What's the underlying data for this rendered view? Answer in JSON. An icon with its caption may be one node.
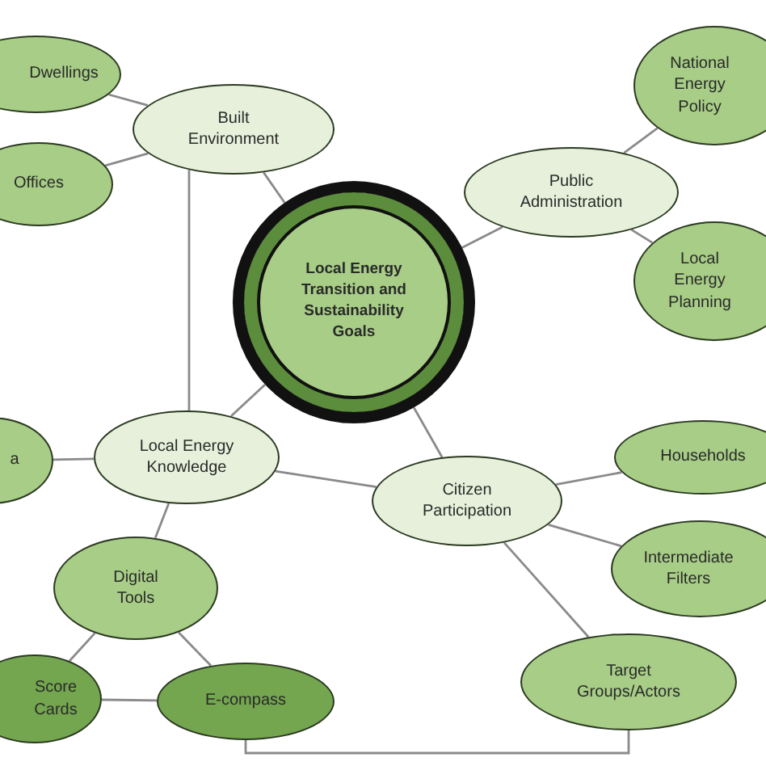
{
  "diagram": {
    "nodes": [
      {
        "text": [
          "Dwellings"
        ]
      },
      {
        "text": [
          "Built Environment"
        ]
      },
      {
        "text": [
          "Offices"
        ]
      },
      {
        "text": [
          "National Energy Policy"
        ]
      },
      {
        "text": [
          "Public Administration"
        ]
      },
      {
        "text": [
          "Local Energy Transition and Sustainability Goals"
        ]
      },
      {
        "text": [
          "Local Energy Planning"
        ]
      },
      {
        "text": [
          "a"
        ]
      },
      {
        "text": [
          "Local Energy Knowledge"
        ]
      },
      {
        "text": [
          "Citizen Participation"
        ]
      },
      {
        "text": [
          "Households"
        ]
      },
      {
        "text": [
          "Digital Tools"
        ]
      },
      {
        "text": [
          "Intermediate Filters"
        ]
      },
      {
        "text": [
          "Score Cards"
        ]
      },
      {
        "text": [
          "E-compass"
        ]
      },
      {
        "text": [
          "Target Groups/Actors"
        ]
      }
    ],
    "edges": [
      {
        "from": 0,
        "to": 1,
        "arrow": "none"
      },
      {
        "from": 2,
        "to": 1,
        "arrow": "none"
      },
      {
        "from": 1,
        "to": 5,
        "arrow": "none"
      },
      {
        "from": 1,
        "to": 8,
        "arrow": "none"
      },
      {
        "from": 5,
        "to": 4,
        "arrow": "none"
      },
      {
        "from": 4,
        "to": 3,
        "arrow": "none"
      },
      {
        "from": 4,
        "to": 6,
        "arrow": "none"
      },
      {
        "from": 5,
        "to": 8,
        "arrow": "none"
      },
      {
        "from": 5,
        "to": 9,
        "arrow": "none"
      },
      {
        "from": 7,
        "to": 8,
        "arrow": "none"
      },
      {
        "from": 8,
        "to": 9,
        "arrow": "none"
      },
      {
        "from": 8,
        "to": 11,
        "arrow": "none"
      },
      {
        "from": 9,
        "to": 10,
        "arrow": "none"
      },
      {
        "from": 9,
        "to": 12,
        "arrow": "none"
      },
      {
        "from": 9,
        "to": 15,
        "arrow": "none"
      },
      {
        "from": 11,
        "to": 13,
        "arrow": "none"
      },
      {
        "from": 11,
        "to": 14,
        "arrow": "none"
      },
      {
        "from": 13,
        "to": 14,
        "arrow": "none"
      },
      {
        "from": 14,
        "to": 15,
        "arrow": "none"
      }
    ]
  }
}
